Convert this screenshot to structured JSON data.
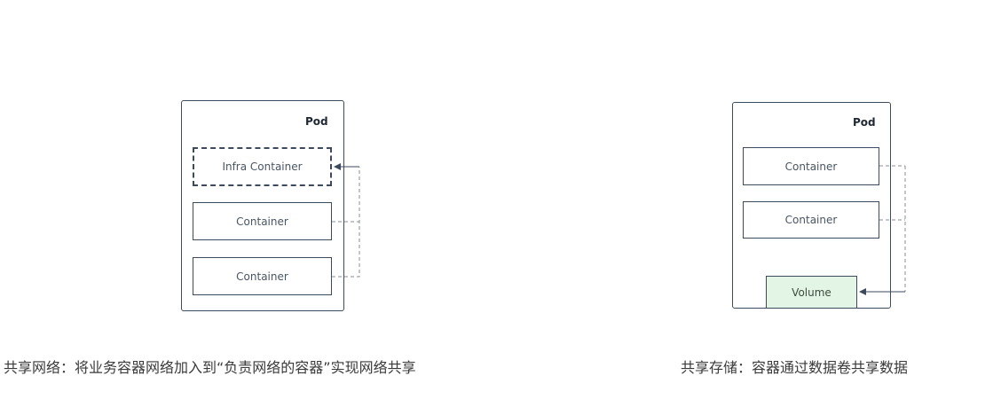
{
  "left": {
    "pod_label": "Pod",
    "infra_label": "Infra Container",
    "container_1_label": "Container",
    "container_2_label": "Container",
    "caption": "共享网络：将业务容器网络加入到“负责网络的容器”实现网络共享"
  },
  "right": {
    "pod_label": "Pod",
    "container_1_label": "Container",
    "container_2_label": "Container",
    "volume_label": "Volume",
    "caption": "共享存储：容器通过数据卷共享数据"
  },
  "colors": {
    "border": "#3c4a5c",
    "connector": "#8a8f96",
    "volume_fill": "#e3f6e5"
  }
}
